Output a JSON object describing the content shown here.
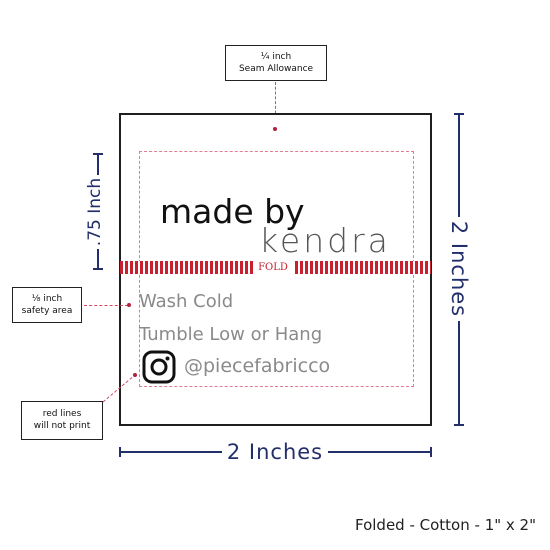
{
  "callouts": {
    "seam_allowance": [
      "¼ inch",
      "Seam Allowance"
    ],
    "safety_area": [
      "⅛ inch",
      "safety area"
    ],
    "red_lines": [
      "red lines",
      "will not print"
    ]
  },
  "label": {
    "made_by": "made by",
    "name": "kendra",
    "fold": "FOLD",
    "care_1": "Wash Cold",
    "care_2": "Tumble Low or Hang",
    "handle": "@piecefabricco"
  },
  "dimensions": {
    "height_fold": ".75 Inch",
    "height_total": "2 Inches",
    "width_total": "2 Inches"
  },
  "caption": "Folded - Cotton - 1\" x 2\"",
  "colors": {
    "navy": "#232f6b",
    "red": "#c8202f",
    "guide_pink": "#e37b93"
  },
  "icons": [
    "instagram-icon"
  ]
}
